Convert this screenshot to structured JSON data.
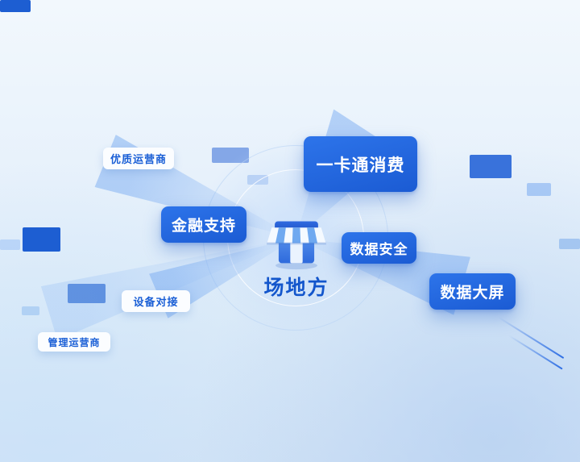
{
  "center": {
    "label": "场地方",
    "icon": "storefront-icon"
  },
  "nodes": [
    {
      "id": "quality-operator",
      "label": "优质运营商",
      "variant": "light"
    },
    {
      "id": "card-consumption",
      "label": "一卡通消费",
      "variant": "primary"
    },
    {
      "id": "finance-support",
      "label": "金融支持",
      "variant": "primary"
    },
    {
      "id": "data-security",
      "label": "数据安全",
      "variant": "primary"
    },
    {
      "id": "data-bigscreen",
      "label": "数据大屏",
      "variant": "primary"
    },
    {
      "id": "device-connect",
      "label": "设备对接",
      "variant": "light"
    },
    {
      "id": "manage-operator",
      "label": "管理运营商",
      "variant": "light"
    }
  ],
  "colors": {
    "primary_box": "#1f66db",
    "primary_box_text": "#ffffff",
    "light_box_bg": "#fbfdff",
    "light_box_text": "#1a5fd6",
    "center_label": "#1356cc",
    "background_top": "#f2f8fd",
    "background_bottom": "#d2e3f5",
    "deco_rect": "#1d5ed2"
  }
}
